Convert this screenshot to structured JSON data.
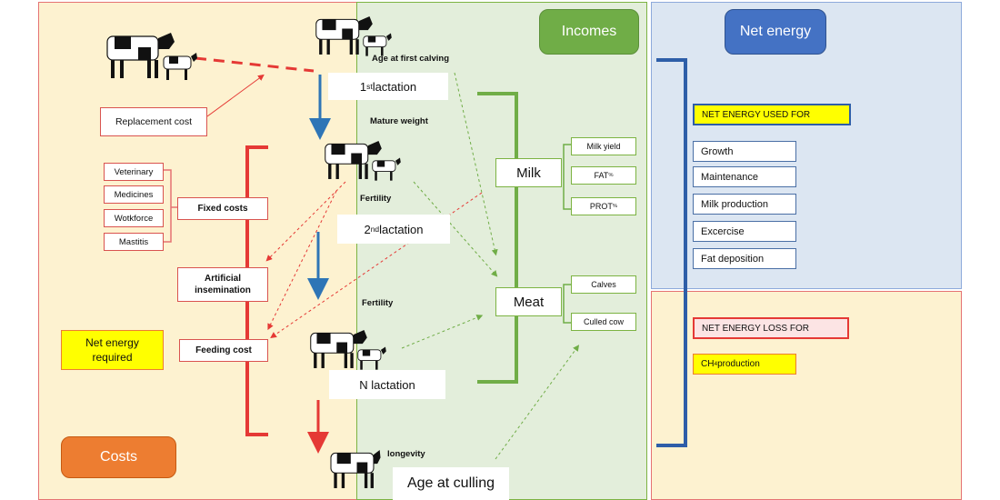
{
  "colors": {
    "costs_bg": "#fdf2d0",
    "incomes_bg": "#e3eedb",
    "net_used_bg": "#dce6f2",
    "net_loss_bg": "#fdf2d0",
    "red": "#e53935",
    "green": "#70ad47",
    "blue": "#2e5ea8",
    "yellow": "#ffff00"
  },
  "labels": {
    "incomes": "Incomes",
    "net_energy": "Net energy",
    "costs": "Costs",
    "age_first_calving": "Age at first calving",
    "first_lactation": {
      "num": "1",
      "sup": "st",
      "text": " lactation"
    },
    "mature_weight": "Mature weight",
    "fertility_1": "Fertility",
    "second_lactation": {
      "num": "2",
      "sup": "nd",
      "text": " lactation"
    },
    "fertility_2": "Fertility",
    "n_lactation": "N lactation",
    "longevity": "longevity",
    "age_at_culling": "Age at culling",
    "replacement_cost": "Replacement cost",
    "veterinary": "Veterinary",
    "medicines": "Medicines",
    "workforce": "Wotkforce",
    "mastitis": "Mastitis",
    "fixed_costs": "Fixed costs",
    "artificial_insemination_1": "Artificial",
    "artificial_insemination_2": "insemination",
    "feeding_cost": "Feeding cost",
    "net_energy_required_1": "Net energy",
    "net_energy_required_2": "required",
    "milk": "Milk",
    "meat": "Meat",
    "milk_yield": "Milk yield",
    "fat": {
      "main": "FAT",
      "sub": "%"
    },
    "prot": {
      "main": "PROT",
      "sub": "%"
    },
    "calves": "Calves",
    "culled_cow": "Culled cow",
    "net_energy_used_for": "NET ENERGY USED FOR",
    "growth": "Growth",
    "maintenance": "Maintenance",
    "milk_production": "Milk production",
    "exercise": "Excercise",
    "fat_deposition": "Fat deposition",
    "net_energy_loss_for": "NET ENERGY LOSS FOR",
    "ch4": {
      "main": "CH",
      "sub": "4",
      "text": " production"
    }
  },
  "icons": [
    "cow-and-calf-icon"
  ]
}
